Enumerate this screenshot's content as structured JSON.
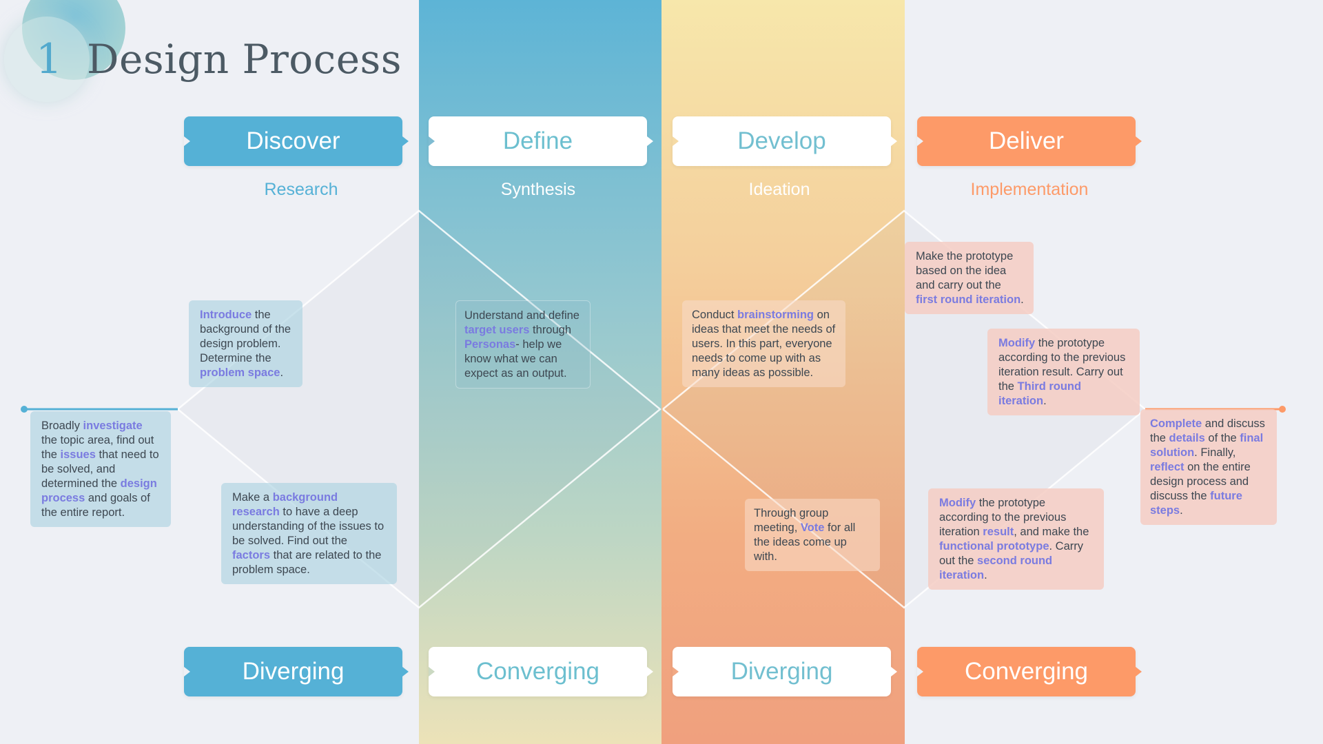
{
  "title": {
    "number": "1",
    "text": "Design Process"
  },
  "phases": [
    {
      "label": "Discover",
      "sub": "Research"
    },
    {
      "label": "Define",
      "sub": "Synthesis"
    },
    {
      "label": "Develop",
      "sub": "Ideation"
    },
    {
      "label": "Deliver",
      "sub": "Implementation"
    }
  ],
  "modes": [
    "Diverging",
    "Converging",
    "Diverging",
    "Converging"
  ],
  "colors": {
    "blue": "#55b1d6",
    "orange": "#fd9a68",
    "highlight": "#7a7be0",
    "text": "#3d4751"
  },
  "notes": {
    "n1": [
      {
        "t": "Broadly "
      },
      {
        "t": "investigate",
        "h": true
      },
      {
        "t": " the topic area, find out the "
      },
      {
        "t": "issues",
        "h": true
      },
      {
        "t": " that need to be solved, and determined the "
      },
      {
        "t": "design process",
        "h": true
      },
      {
        "t": " and goals of the entire report."
      }
    ],
    "n2": [
      {
        "t": "Introduce",
        "h": true
      },
      {
        "t": " the background of the design problem. Determine the "
      },
      {
        "t": "problem space",
        "h": true
      },
      {
        "t": "."
      }
    ],
    "n3": [
      {
        "t": "Make a "
      },
      {
        "t": "background research",
        "h": true
      },
      {
        "t": " to have a deep understanding of the issues to be solved. Find out the "
      },
      {
        "t": "factors",
        "h": true
      },
      {
        "t": " that are related to the problem space."
      }
    ],
    "n4": [
      {
        "t": "Understand and define "
      },
      {
        "t": "target users",
        "h": true
      },
      {
        "t": " through "
      },
      {
        "t": "Personas",
        "h": true
      },
      {
        "t": "- help we know what we can expect as an output."
      }
    ],
    "n5": [
      {
        "t": "Conduct "
      },
      {
        "t": "brainstorming",
        "h": true
      },
      {
        "t": " on ideas that meet the needs of users. In this part, everyone needs to come up with as many ideas as possible."
      }
    ],
    "n6": [
      {
        "t": "Through group meeting, "
      },
      {
        "t": "Vote",
        "h": true
      },
      {
        "t": " for all the ideas come up with."
      }
    ],
    "n7": [
      {
        "t": "Make the prototype based on the idea and carry out the "
      },
      {
        "t": "first round iteration",
        "h": true
      },
      {
        "t": "."
      }
    ],
    "n8": [
      {
        "t": "Modify",
        "h": true
      },
      {
        "t": " the prototype according to the previous iteration result. Carry out the "
      },
      {
        "t": "Third round iteration",
        "h": true
      },
      {
        "t": "."
      }
    ],
    "n9": [
      {
        "t": "Modify",
        "h": true
      },
      {
        "t": " the prototype according to the previous iteration "
      },
      {
        "t": "result",
        "h": true
      },
      {
        "t": ", and make the "
      },
      {
        "t": "functional prototype",
        "h": true
      },
      {
        "t": ". Carry out the "
      },
      {
        "t": "second round iteration",
        "h": true
      },
      {
        "t": "."
      }
    ],
    "n10": [
      {
        "t": "Complete",
        "h": true
      },
      {
        "t": " and discuss the "
      },
      {
        "t": "details",
        "h": true
      },
      {
        "t": " of the "
      },
      {
        "t": "final solution",
        "h": true
      },
      {
        "t": ". Finally,  "
      },
      {
        "t": "reflect",
        "h": true
      },
      {
        "t": " on the entire design process and discuss the "
      },
      {
        "t": "future steps",
        "h": true
      },
      {
        "t": "."
      }
    ]
  }
}
